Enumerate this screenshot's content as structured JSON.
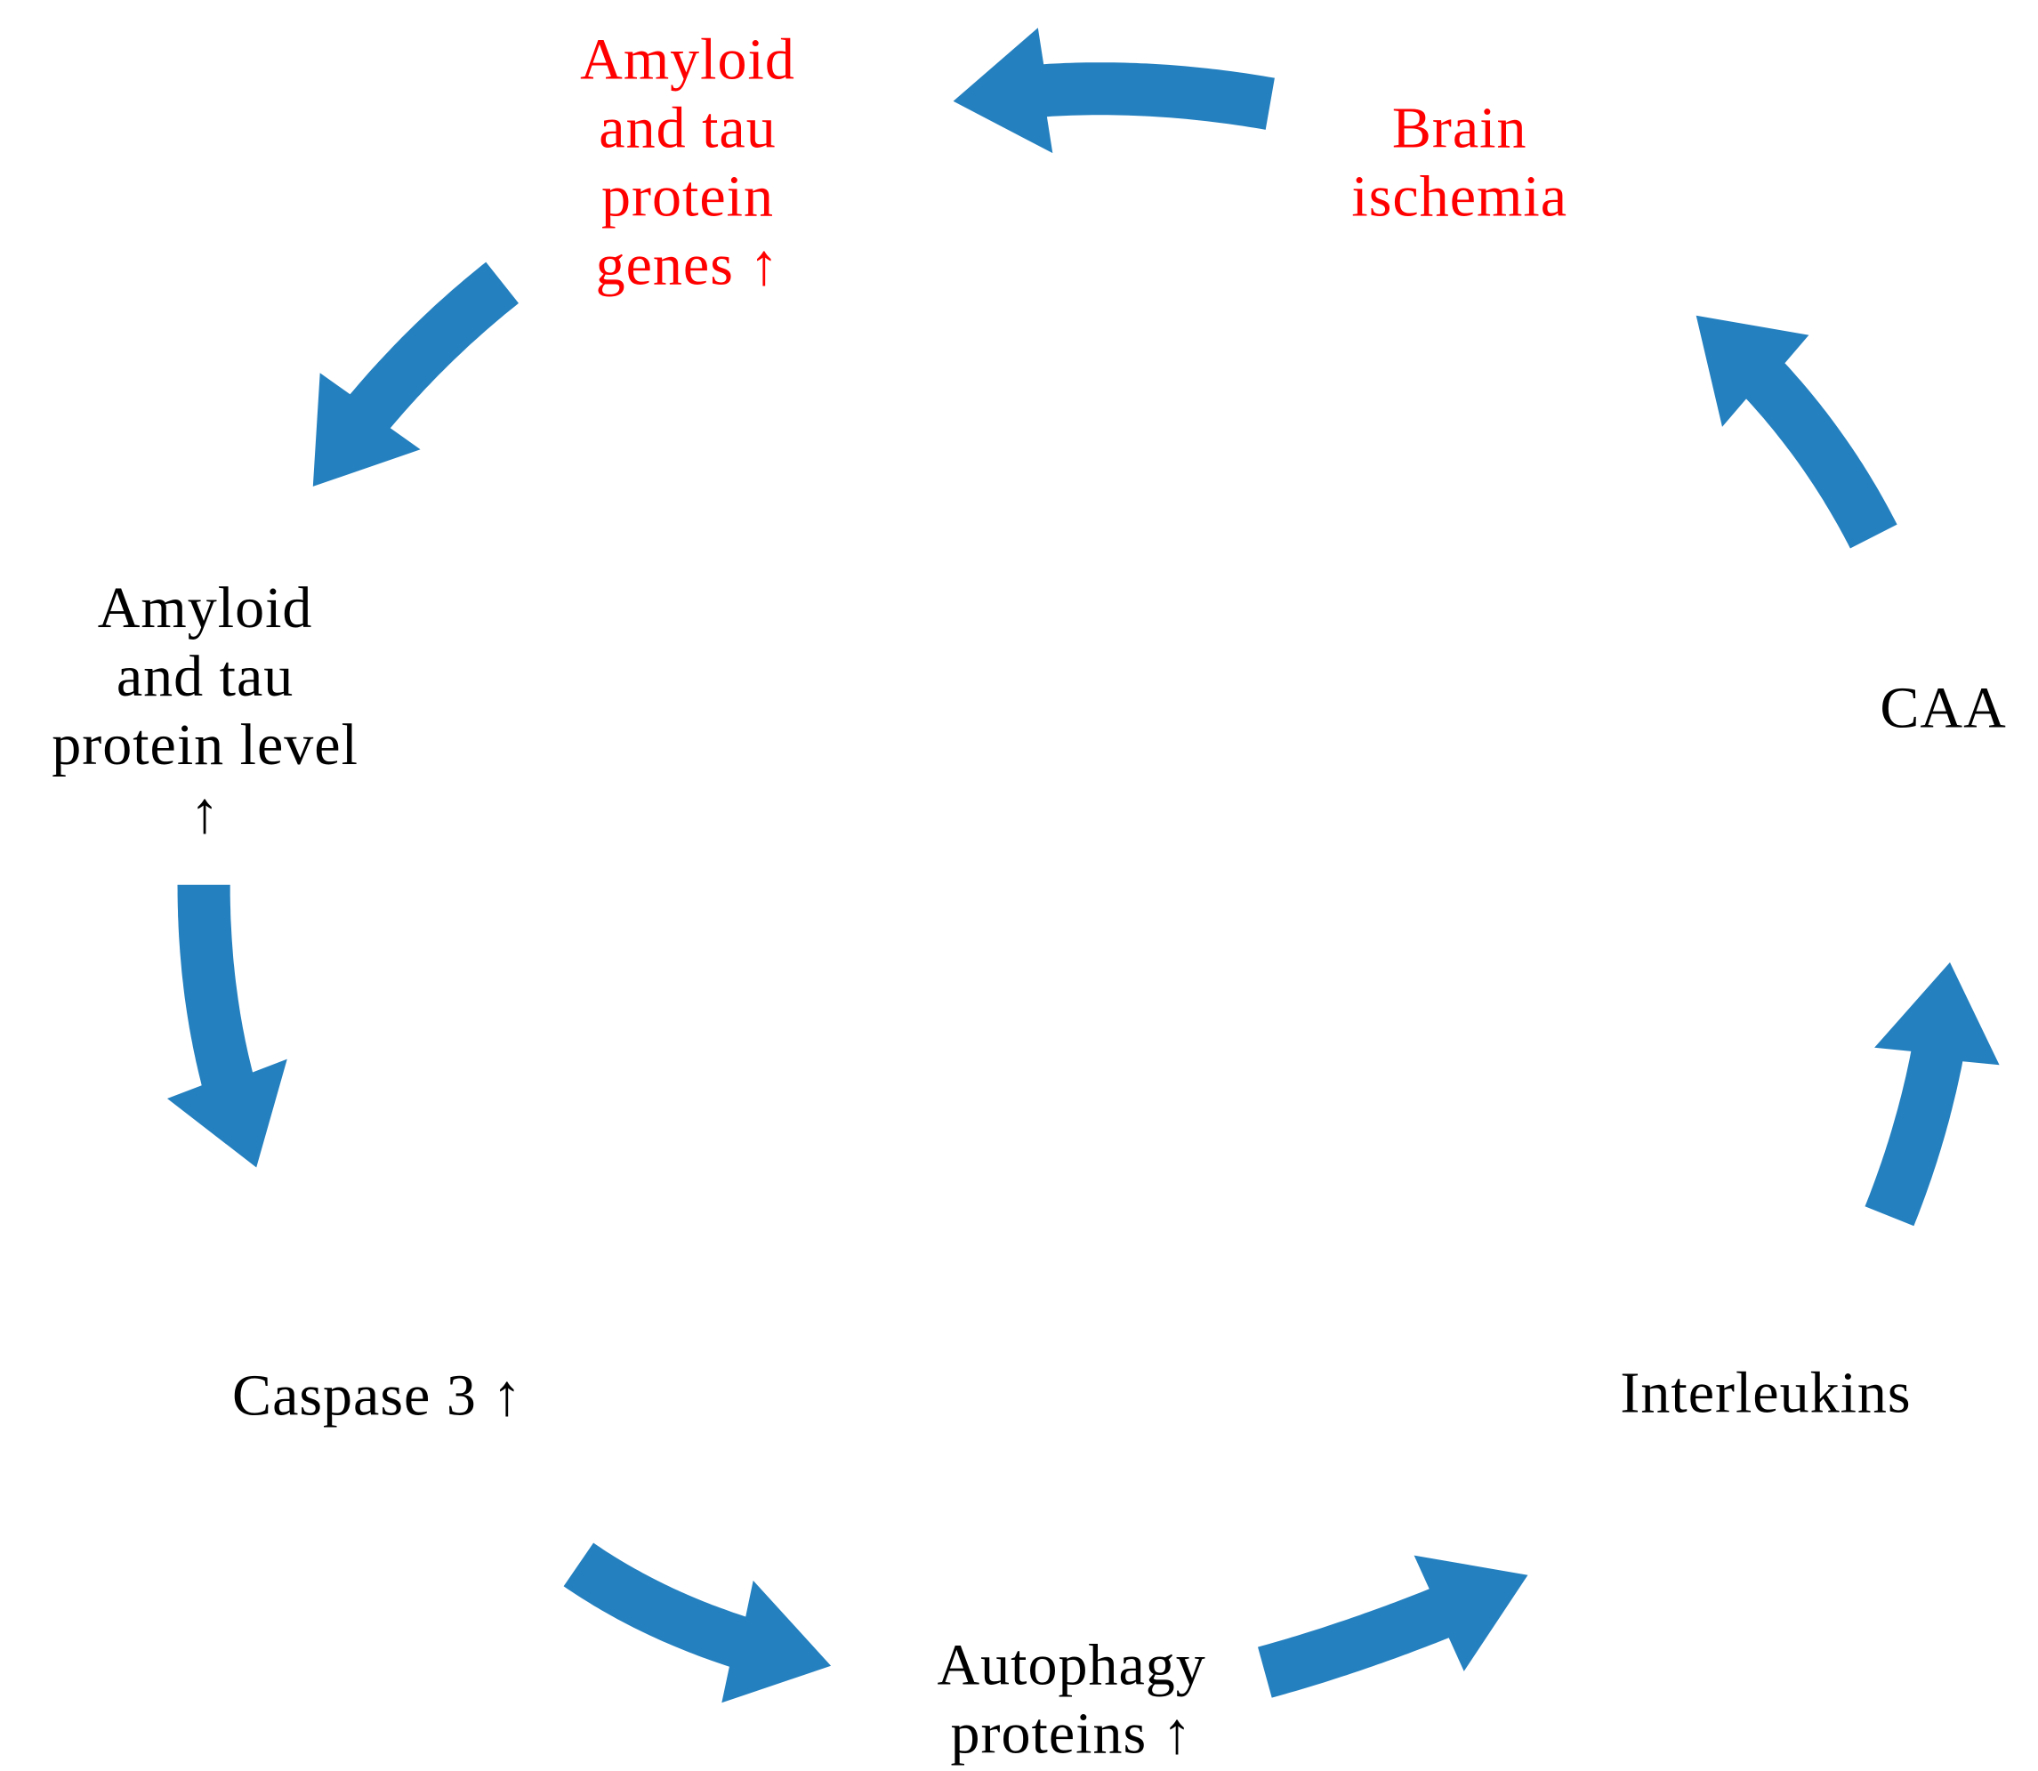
{
  "colors": {
    "arrow": "#2580bf",
    "highlight_text": "#ff0000",
    "normal_text": "#000000"
  },
  "nodes": [
    {
      "id": "amyloid-tau-genes",
      "lines": [
        "Amyloid",
        "and tau",
        "protein",
        "genes ↑"
      ],
      "color": "#ff0000"
    },
    {
      "id": "brain-ischemia",
      "lines": [
        "Brain",
        "ischemia"
      ],
      "color": "#ff0000"
    },
    {
      "id": "caa",
      "lines": [
        "CAA"
      ],
      "color": "#000000"
    },
    {
      "id": "interleukins",
      "lines": [
        "Interleukins"
      ],
      "color": "#000000"
    },
    {
      "id": "autophagy-proteins",
      "lines": [
        "Autophagy",
        "proteins ↑"
      ],
      "color": "#000000"
    },
    {
      "id": "caspase-3",
      "lines": [
        "Caspase 3 ↑"
      ],
      "color": "#000000"
    },
    {
      "id": "amyloid-tau-level",
      "lines": [
        "Amyloid",
        "and tau",
        "protein level",
        "↑"
      ],
      "color": "#000000"
    }
  ],
  "edges": [
    {
      "from": "brain-ischemia",
      "to": "amyloid-tau-genes"
    },
    {
      "from": "amyloid-tau-genes",
      "to": "amyloid-tau-level"
    },
    {
      "from": "amyloid-tau-level",
      "to": "caspase-3"
    },
    {
      "from": "caspase-3",
      "to": "autophagy-proteins"
    },
    {
      "from": "autophagy-proteins",
      "to": "interleukins"
    },
    {
      "from": "interleukins",
      "to": "caa"
    },
    {
      "from": "caa",
      "to": "brain-ischemia"
    }
  ]
}
